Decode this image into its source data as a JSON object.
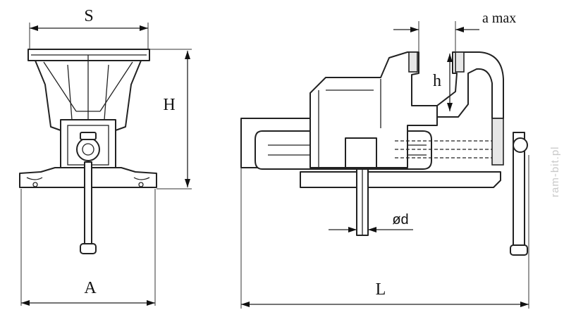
{
  "labels": {
    "S": "S",
    "H": "H",
    "A": "A",
    "a_max": "a max",
    "h": "h",
    "d": "ød",
    "L": "L"
  },
  "watermark": "ram-bit.pl",
  "colors": {
    "line": "#222222",
    "background": "#ffffff",
    "watermark": "#c9c9c9"
  }
}
